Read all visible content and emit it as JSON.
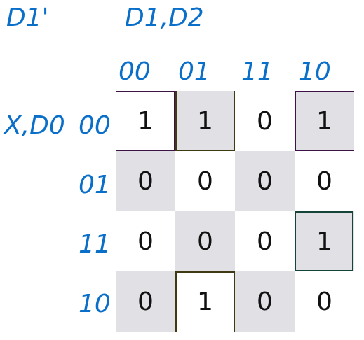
{
  "labels": {
    "corner": "D1'",
    "column_variable": "D1,D2",
    "row_variable": "X,D0"
  },
  "column_headers": [
    "00",
    "01",
    "11",
    "10"
  ],
  "row_headers": [
    "00",
    "01",
    "11",
    "10"
  ],
  "cells": [
    [
      "1",
      "1",
      "0",
      "1"
    ],
    [
      "0",
      "0",
      "0",
      "0"
    ],
    [
      "0",
      "0",
      "0",
      "1"
    ],
    [
      "0",
      "1",
      "0",
      "0"
    ]
  ],
  "colors": {
    "label": "#0a6fc9",
    "shade": "#e0e0e5",
    "group_purple": "#3d1347",
    "group_olive": "#3f3a12",
    "group_teal": "#15443b"
  }
}
